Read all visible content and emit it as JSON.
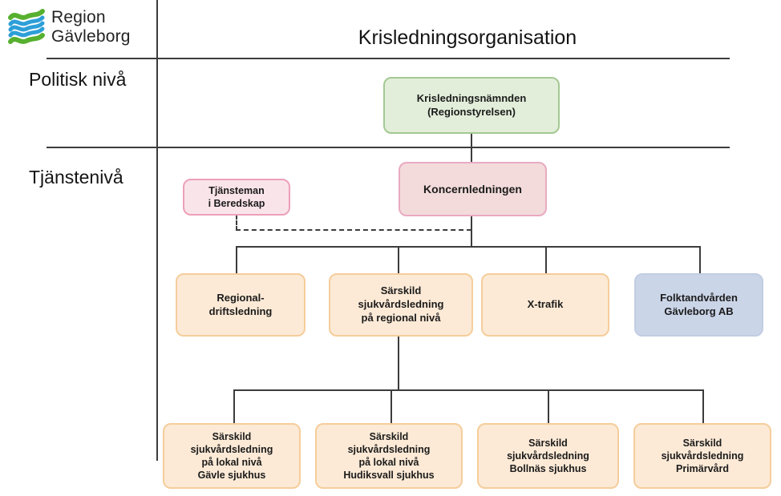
{
  "logo": {
    "line1": "Region",
    "line2": "Gävleborg"
  },
  "header": {
    "title": "Krisledningsorganisation"
  },
  "levels": {
    "politisk": "Politisk nivå",
    "tjanste": "Tjänstenivå"
  },
  "colors": {
    "green_fill": "#e2eeda",
    "green_border": "#a4c993",
    "pink_fill": "#f9e4ea",
    "pink_border": "#eda0ba",
    "rose_fill": "#f3dbdb",
    "rose_border": "#e9aac2",
    "orange_fill": "#fcead6",
    "orange_border": "#f5cd9b",
    "blue_fill": "#cbd5e8",
    "line": "#3c3c3c",
    "logo_green": "#57b02f",
    "logo_blue": "#2d9fd8"
  },
  "nodes": {
    "krisledningsnamnden": {
      "label": "Krisledningsnämnden\n(Regionstyrelsen)"
    },
    "tjansteman": {
      "label": "Tjänsteman\ni Beredskap"
    },
    "koncernledningen": {
      "label": "Koncernledningen"
    },
    "regional_driftsledning": {
      "label": "Regional-\ndriftsledning"
    },
    "sarskild_regional": {
      "label": "Särskild\nsjukvårdsledning\npå regional nivå"
    },
    "xtrafik": {
      "label": "X-trafik"
    },
    "folktandvarden": {
      "label": "Folktandvården\nGävleborg AB"
    },
    "gavle": {
      "label": "Särskild\nsjukvårdsledning\npå lokal nivå\nGävle sjukhus"
    },
    "hudiksvall": {
      "label": "Särskild\nsjukvårdsledning\npå lokal nivå\nHudiksvall sjukhus"
    },
    "bollnas": {
      "label": "Särskild\nsjukvårdsledning\nBollnäs sjukhus"
    },
    "primarvard": {
      "label": "Särskild\nsjukvårdsledning\nPrimärvård"
    }
  }
}
